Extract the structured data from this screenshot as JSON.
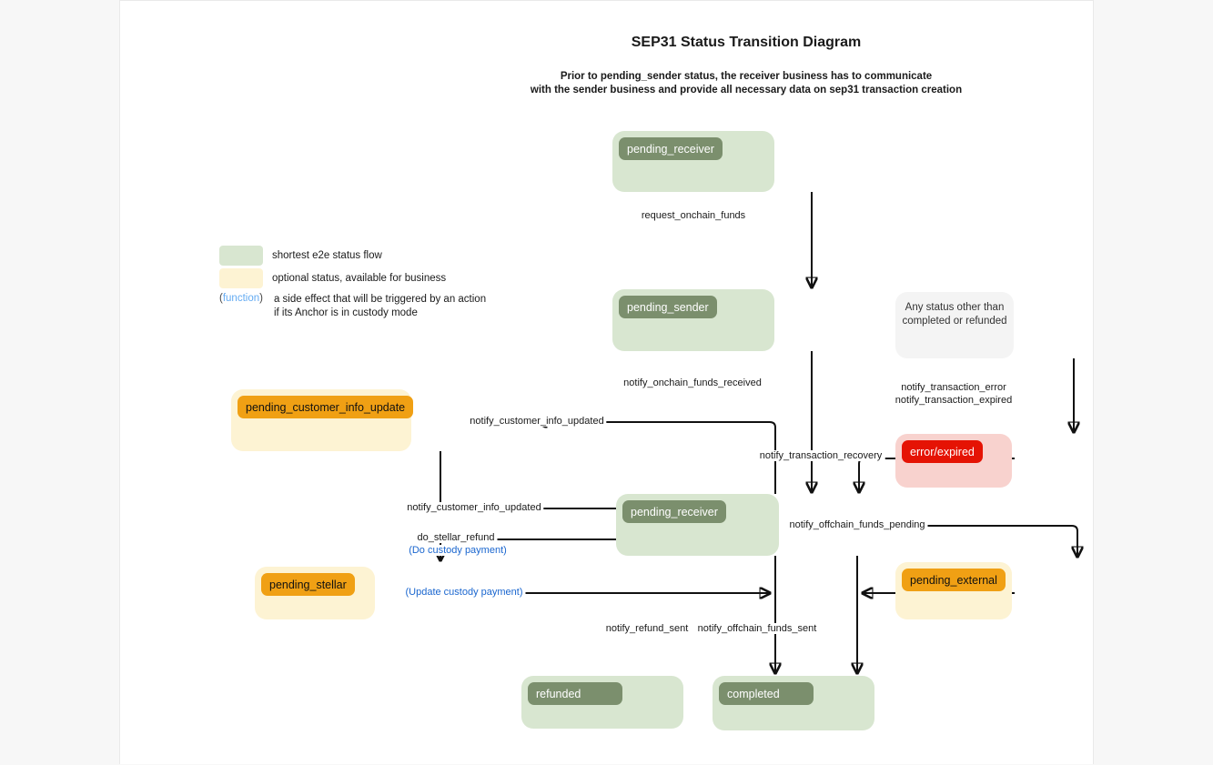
{
  "title": "SEP31 Status Transition Diagram",
  "subtitle_line1": "Prior to pending_sender status, the receiver business has to communicate",
  "subtitle_line2": "with the sender business and provide all necessary data on sep31 transaction creation",
  "legend": {
    "shortest": "shortest e2e status flow",
    "optional": "optional status, available for business",
    "function_paren_open": "(",
    "function_word": "function",
    "function_paren_close": ")",
    "function_desc_line1": "a side effect that will be triggered by an action",
    "function_desc_line2": "if its Anchor is in custody mode"
  },
  "nodes": {
    "pending_receiver_top": {
      "label": "pending_receiver"
    },
    "pending_sender": {
      "label": "pending_sender"
    },
    "any_status": {
      "line1": "Any status other than",
      "line2": "completed or refunded"
    },
    "error_expired": {
      "label": "error/expired"
    },
    "pending_customer_info_update": {
      "label": "pending_customer_info_update"
    },
    "pending_receiver_mid": {
      "label": "pending_receiver"
    },
    "pending_stellar": {
      "label": "pending_stellar"
    },
    "pending_external": {
      "label": "pending_external"
    },
    "refunded": {
      "label": "refunded"
    },
    "completed": {
      "label": "completed"
    }
  },
  "edges": {
    "request_onchain_funds": "request_onchain_funds",
    "notify_onchain_funds_received": "notify_onchain_funds_received",
    "notify_transaction_error": "notify_transaction_error",
    "notify_transaction_expired": "notify_transaction_expired",
    "notify_transaction_recovery": "notify_transaction_recovery",
    "notify_customer_info_updated_to_update": "notify_customer_info_updated",
    "notify_customer_info_updated_to_receiver": "notify_customer_info_updated",
    "do_stellar_refund": "do_stellar_refund",
    "do_custody_payment": "(Do custody payment)",
    "update_custody_payment": "(Update custody payment)",
    "notify_offchain_funds_pending": "notify_offchain_funds_pending",
    "notify_refund_sent": "notify_refund_sent",
    "notify_offchain_funds_sent": "notify_offchain_funds_sent"
  },
  "colors": {
    "shortest_flow_fill": "#d8e6d0",
    "shortest_flow_chip": "#7b8f6d",
    "optional_fill": "#fdf3d3",
    "optional_chip": "#f0a014",
    "error_fill": "#f8d2ce",
    "error_chip": "#e51304",
    "any_status_fill": "#f4f4f4",
    "function_blue": "#64abf2",
    "custody_label_blue": "#1a66cf",
    "edge_stroke": "#111111"
  }
}
